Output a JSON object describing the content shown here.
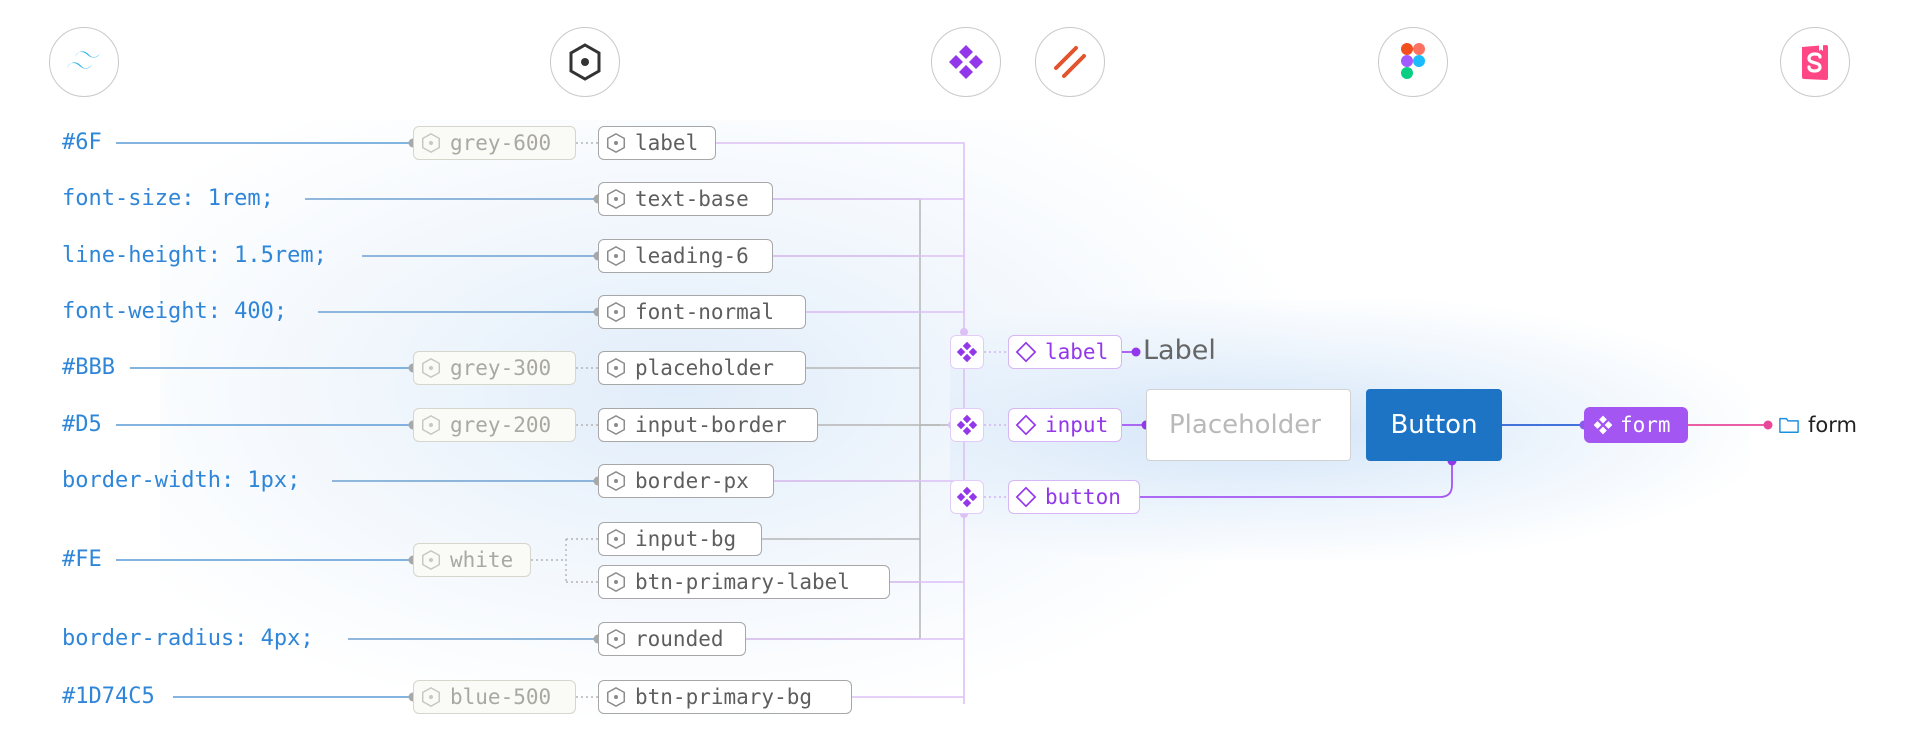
{
  "tools": [
    {
      "name": "tailwind-icon"
    },
    {
      "name": "style-dictionary-icon"
    },
    {
      "name": "component-icon"
    },
    {
      "name": "slash-tool-icon"
    },
    {
      "name": "figma-icon"
    },
    {
      "name": "storybook-icon"
    }
  ],
  "css_values": {
    "color_6f": "#6F",
    "font_size": "font-size: 1rem;",
    "line_height": "line-height: 1.5rem;",
    "font_weight": "font-weight: 400;",
    "color_bbb": "#BBB",
    "color_d5": "#D5",
    "border_width": "border-width: 1px;",
    "color_fe": "#FE",
    "border_radius": "border-radius: 4px;",
    "color_1d74c5": "#1D74C5"
  },
  "primitive_tokens": {
    "grey_600": "grey-600",
    "grey_300": "grey-300",
    "grey_200": "grey-200",
    "white": "white",
    "blue_500": "blue-500"
  },
  "semantic_tokens": {
    "label": "label",
    "text_base": "text-base",
    "leading_6": "leading-6",
    "font_normal": "font-normal",
    "placeholder": "placeholder",
    "input_border": "input-border",
    "border_px": "border-px",
    "input_bg": "input-bg",
    "btn_primary_label": "btn-primary-label",
    "rounded": "rounded",
    "btn_primary_bg": "btn-primary-bg"
  },
  "components": {
    "label": "label",
    "input": "input",
    "button": "button"
  },
  "preview": {
    "label_text": "Label",
    "placeholder_text": "Placeholder",
    "button_text": "Button"
  },
  "form_component": "form",
  "form_file": "form",
  "colors": {
    "css_blue": "#2f86d8",
    "token_grey": "#a7a7a7",
    "component_purple": "#9337ea",
    "primary_blue": "#1d74c5",
    "form_purple": "#a356f2",
    "file_pink": "#e8479a"
  }
}
